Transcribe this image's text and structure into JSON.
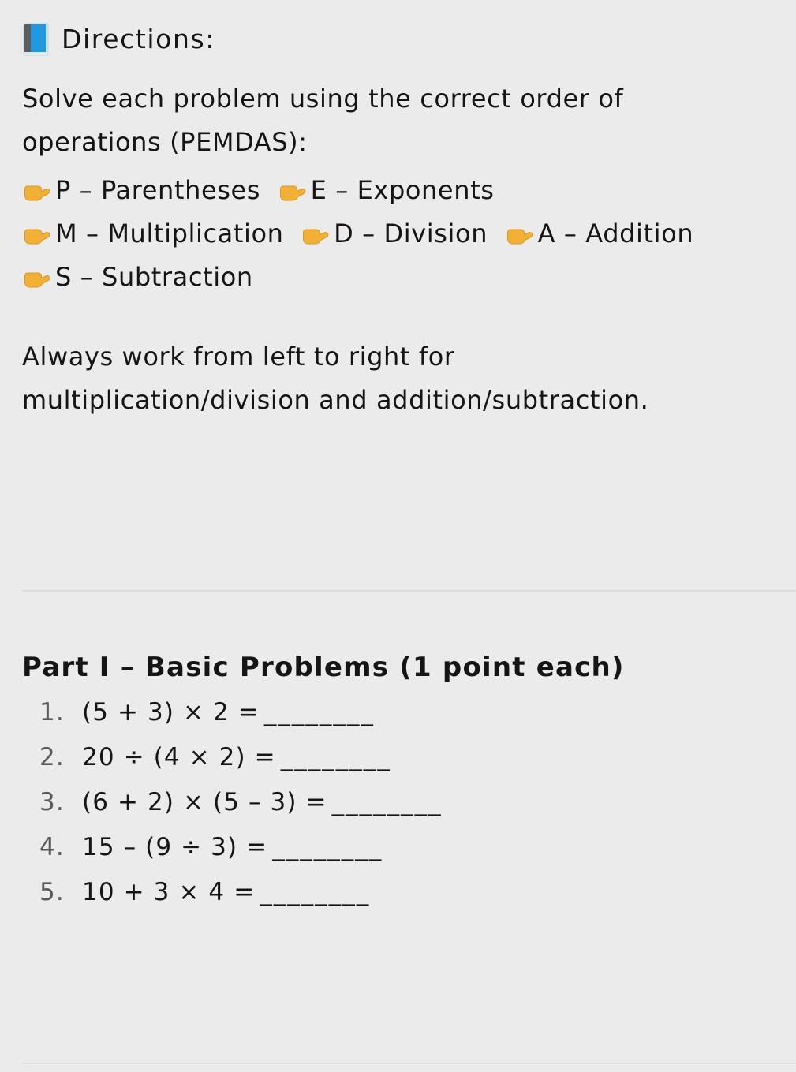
{
  "background_color": "#ebebeb",
  "directions": {
    "icon": "blue-book-icon",
    "title": "Directions:",
    "intro": "Solve each problem using the correct order of operations (PEMDAS):",
    "pemdas_items": [
      {
        "icon": "pointing-right-hand-icon",
        "label": "P – Parentheses"
      },
      {
        "icon": "pointing-right-hand-icon",
        "label": "E – Exponents"
      },
      {
        "icon": "pointing-right-hand-icon",
        "label": "M – Multiplication"
      },
      {
        "icon": "pointing-right-hand-icon",
        "label": "D – Division"
      },
      {
        "icon": "pointing-right-hand-icon",
        "label": "A – Addition"
      },
      {
        "icon": "pointing-right-hand-icon",
        "label": "S – Subtraction"
      }
    ],
    "note_line1": "Always work from left to right for",
    "note_line2": "multiplication/division and addition/subtraction."
  },
  "part_one": {
    "heading": "Part I – Basic Problems (1 point each)",
    "problems": [
      {
        "number": "1.",
        "expression": "(5 + 3) × 2 =",
        "blank": "________"
      },
      {
        "number": "2.",
        "expression": "20 ÷ (4 × 2) =",
        "blank": "________"
      },
      {
        "number": "3.",
        "expression": "(6 + 2) × (5 – 3) =",
        "blank": "________"
      },
      {
        "number": "4.",
        "expression": "15 – (9 ÷ 3) =",
        "blank": "________"
      },
      {
        "number": "5.",
        "expression": "10 + 3 × 4 =",
        "blank": "________"
      }
    ]
  },
  "colors": {
    "text": "#151515",
    "number": "#5a5a5a",
    "divider": "#d8d8d8",
    "book_cover": "#1f9ae0",
    "book_spine": "#5a5a5a",
    "hand": "#f5b335"
  }
}
